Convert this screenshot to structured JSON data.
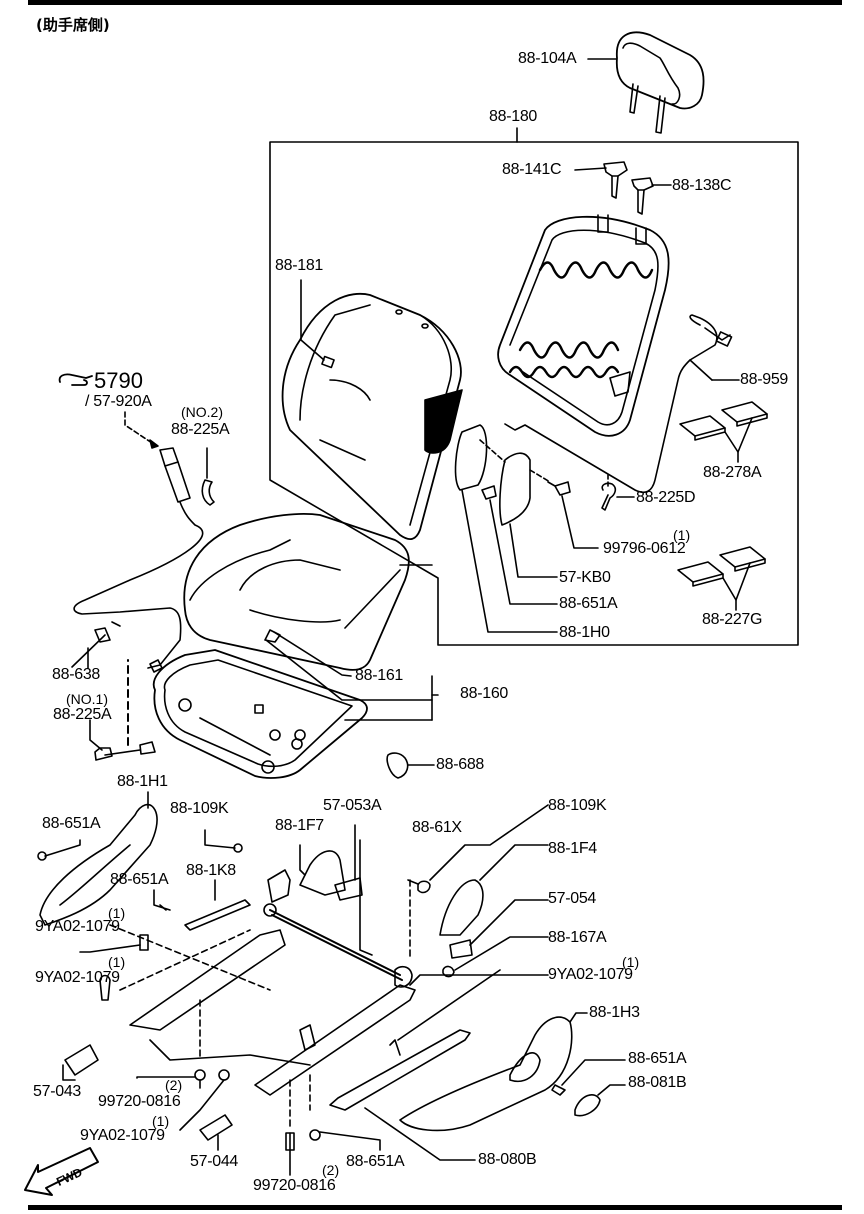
{
  "diagram": {
    "title": "(助手席側)",
    "direction_marker": "FWD",
    "reference": {
      "icon": "pointing-hand-icon",
      "group": "5790",
      "part": "/ 57-920A"
    },
    "assembly_boxes": [
      {
        "label": "88-180",
        "description": "seat back assembly"
      },
      {
        "label": "88-160",
        "description": "seat cushion assembly"
      }
    ],
    "parts": [
      {
        "id": "88-104A",
        "qty": ""
      },
      {
        "id": "88-180",
        "qty": ""
      },
      {
        "id": "88-141C",
        "qty": ""
      },
      {
        "id": "88-138C",
        "qty": ""
      },
      {
        "id": "88-181",
        "qty": ""
      },
      {
        "id": "88-959",
        "qty": ""
      },
      {
        "id": "88-278A",
        "qty": ""
      },
      {
        "id": "88-225D",
        "qty": ""
      },
      {
        "id": "99796-0612",
        "qty": "(1)"
      },
      {
        "id": "57-KB0",
        "qty": ""
      },
      {
        "id": "88-651A",
        "qty": ""
      },
      {
        "id": "88-227G",
        "qty": ""
      },
      {
        "id": "88-1H0",
        "qty": ""
      },
      {
        "id": "88-225A",
        "qty": "(NO.2)"
      },
      {
        "id": "88-638",
        "qty": ""
      },
      {
        "id": "88-225A",
        "qty": "(NO.1)"
      },
      {
        "id": "88-161",
        "qty": ""
      },
      {
        "id": "88-160",
        "qty": ""
      },
      {
        "id": "88-688",
        "qty": ""
      },
      {
        "id": "88-1H1",
        "qty": ""
      },
      {
        "id": "88-651A",
        "qty": ""
      },
      {
        "id": "88-109K",
        "qty": ""
      },
      {
        "id": "88-1F7",
        "qty": ""
      },
      {
        "id": "57-053A",
        "qty": ""
      },
      {
        "id": "88-61X",
        "qty": ""
      },
      {
        "id": "88-109K",
        "qty": ""
      },
      {
        "id": "88-1F4",
        "qty": ""
      },
      {
        "id": "88-651A",
        "qty": ""
      },
      {
        "id": "88-1K8",
        "qty": ""
      },
      {
        "id": "57-054",
        "qty": ""
      },
      {
        "id": "9YA02-1079",
        "qty": "(1)"
      },
      {
        "id": "88-167A",
        "qty": ""
      },
      {
        "id": "9YA02-1079",
        "qty": "(1)"
      },
      {
        "id": "9YA02-1079",
        "qty": "(1)"
      },
      {
        "id": "88-1H3",
        "qty": ""
      },
      {
        "id": "57-043",
        "qty": ""
      },
      {
        "id": "88-651A",
        "qty": ""
      },
      {
        "id": "99720-0816",
        "qty": "(2)"
      },
      {
        "id": "88-081B",
        "qty": ""
      },
      {
        "id": "9YA02-1079",
        "qty": "(1)"
      },
      {
        "id": "57-044",
        "qty": ""
      },
      {
        "id": "88-651A",
        "qty": ""
      },
      {
        "id": "88-080B",
        "qty": ""
      },
      {
        "id": "99720-0816",
        "qty": "(2)"
      }
    ]
  }
}
